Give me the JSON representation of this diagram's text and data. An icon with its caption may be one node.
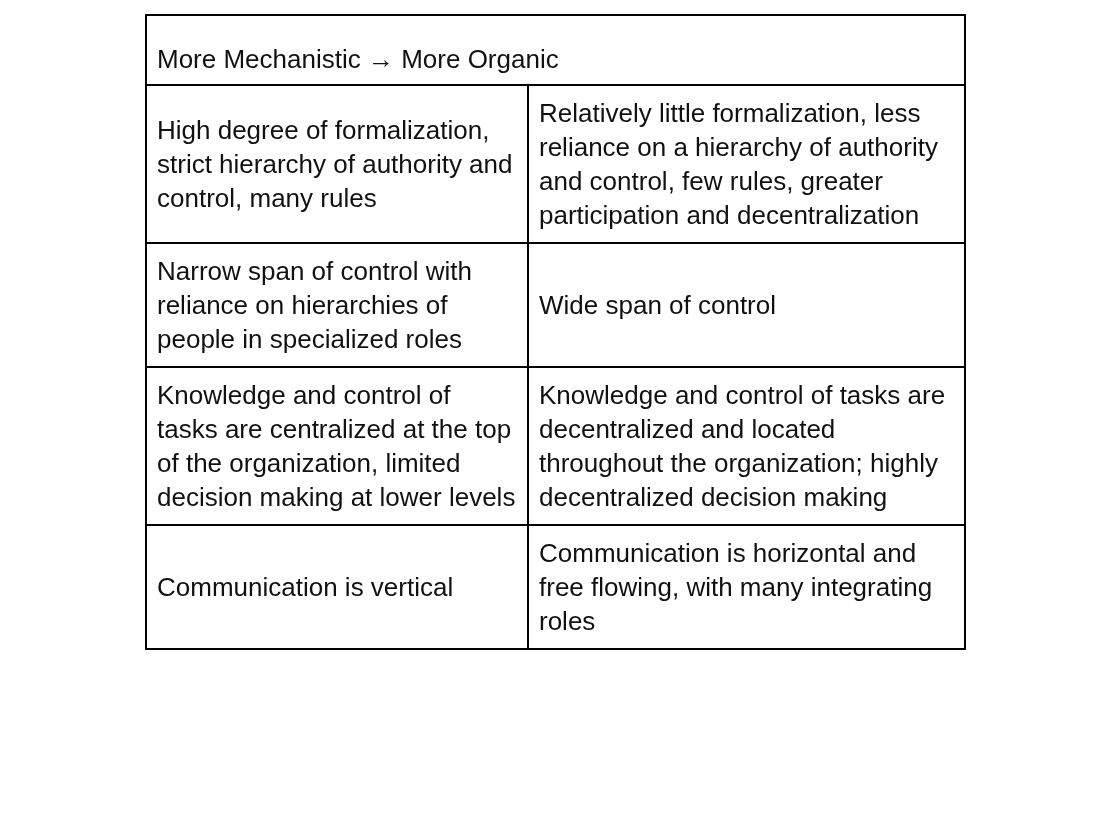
{
  "diagram": {
    "labels": [
      "More Mechanistic → More Organic",
      "High degree of formalization, strict hierarchy of authority and control, many rules",
      "Relatively little formalization, less reliance on a hierarchy of authority and control, few rules, greater participation and decentralization",
      "Narrow span of control with reliance on hierarchies of people in specialized roles",
      "Wide span of control",
      "Knowledge and control of tasks are centralized at the top of the organization, limited decision making at lower levels",
      "Knowledge and control of tasks are decentralized and located throughout the organization; highly decentralized decision making",
      "Communication is vertical",
      "Communication is horizontal and free flowing, with many integrating roles"
    ]
  }
}
